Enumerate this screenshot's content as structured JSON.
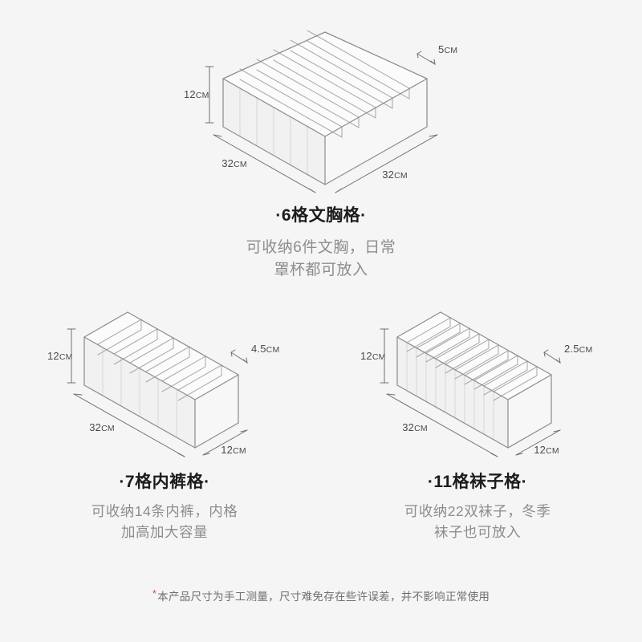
{
  "background_color": "#f5f5f5",
  "accent_underline_color": "#d6ab7c",
  "asterisk_color": "#e04a3f",
  "products": [
    {
      "id": "bra-organizer",
      "title_prefix": "·",
      "title_highlight": "6格文",
      "title_rest": "胸格",
      "title_suffix": "·",
      "title_full": "·6格文胸格·",
      "description": "可收纳6件文胸，日常\n罩杯都可放入",
      "compartments": 6,
      "dimensions": {
        "height": {
          "value": "12",
          "unit": "CM"
        },
        "width": {
          "value": "32",
          "unit": "CM"
        },
        "depth": {
          "value": "32",
          "unit": "CM"
        },
        "slot": {
          "value": "5",
          "unit": "CM"
        }
      }
    },
    {
      "id": "underwear-organizer",
      "title_prefix": "·",
      "title_highlight": "7格内",
      "title_rest": "裤格",
      "title_suffix": "·",
      "title_full": "·7格内裤格·",
      "description": "可收纳14条内裤，内格\n加高加大容量",
      "compartments": 7,
      "dimensions": {
        "height": {
          "value": "12",
          "unit": "CM"
        },
        "width": {
          "value": "32",
          "unit": "CM"
        },
        "depth": {
          "value": "12",
          "unit": "CM"
        },
        "slot": {
          "value": "4.5",
          "unit": "CM"
        }
      }
    },
    {
      "id": "socks-organizer",
      "title_prefix": "·",
      "title_highlight": "11格袜",
      "title_rest": "子格",
      "title_suffix": "·",
      "title_full": "·11格袜子格·",
      "description": "可收纳22双袜子，冬季\n袜子也可放入",
      "compartments": 11,
      "dimensions": {
        "height": {
          "value": "12",
          "unit": "CM"
        },
        "width": {
          "value": "32",
          "unit": "CM"
        },
        "depth": {
          "value": "12",
          "unit": "CM"
        },
        "slot": {
          "value": "2.5",
          "unit": "CM"
        }
      }
    }
  ],
  "footer": {
    "asterisk": "*",
    "note": "本产品尺寸为手工测量，尺寸难免存在些许误差，并不影响正常使用"
  }
}
